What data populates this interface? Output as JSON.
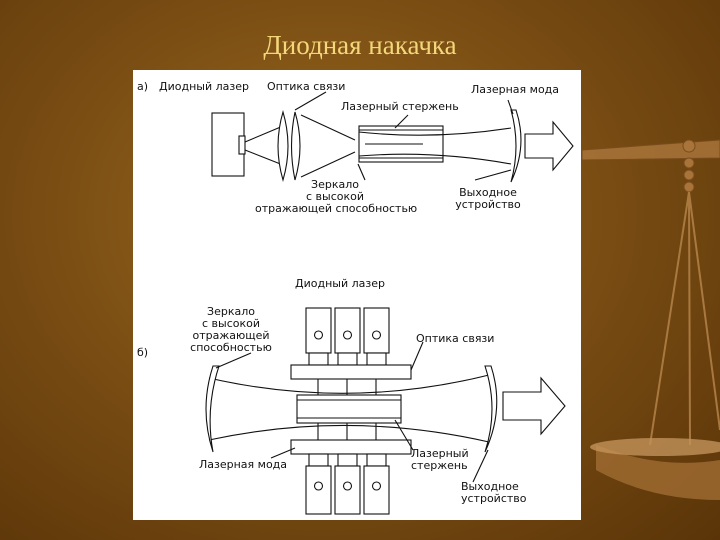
{
  "title": "Диодная накачка",
  "panel_a": {
    "letter": "а)",
    "diode_laser": "Диодный лазер",
    "coupling_optics": "Оптика связи",
    "laser_mode": "Лазерная мода",
    "laser_rod": "Лазерный стержень",
    "hr_mirror_line1": "Зеркало",
    "hr_mirror_line2": "с высокой",
    "hr_mirror_line3": "отражающей способностью",
    "output_line1": "Выходное",
    "output_line2": "устройство"
  },
  "panel_b": {
    "letter": "б)",
    "diode_laser": "Диодный лазер",
    "hr_mirror_line1": "Зеркало",
    "hr_mirror_line2": "с высокой",
    "hr_mirror_line3": "отражающей",
    "hr_mirror_line4": "способностью",
    "coupling_optics": "Оптика связи",
    "laser_mode": "Лазерная мода",
    "laser_rod_line1": "Лазерный",
    "laser_rod_line2": "стержень",
    "output_line1": "Выходное",
    "output_line2": "устройство"
  }
}
